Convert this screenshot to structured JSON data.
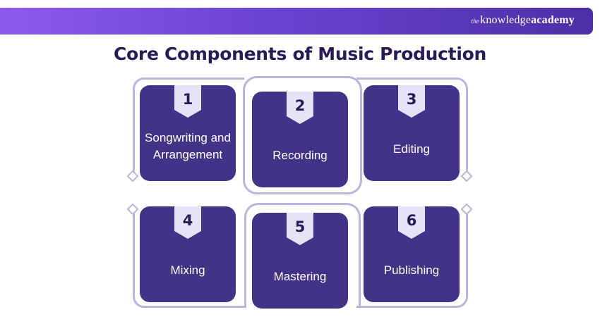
{
  "brand": {
    "prefix": "the",
    "word1": "knowledge",
    "word2": "academy"
  },
  "title": "Core Components of Music Production",
  "components": [
    {
      "number": "1",
      "label": "Songwriting and Arrangement"
    },
    {
      "number": "2",
      "label": "Recording"
    },
    {
      "number": "3",
      "label": "Editing"
    },
    {
      "number": "4",
      "label": "Mixing"
    },
    {
      "number": "5",
      "label": "Mastering"
    },
    {
      "number": "6",
      "label": "Publishing"
    }
  ],
  "colors": {
    "card": "#433388",
    "tab": "#e6e2f7",
    "frame": "#b9b5dc",
    "title": "#2a1b57",
    "banner_start": "#8d5af0",
    "banner_end": "#4d2fa8"
  }
}
